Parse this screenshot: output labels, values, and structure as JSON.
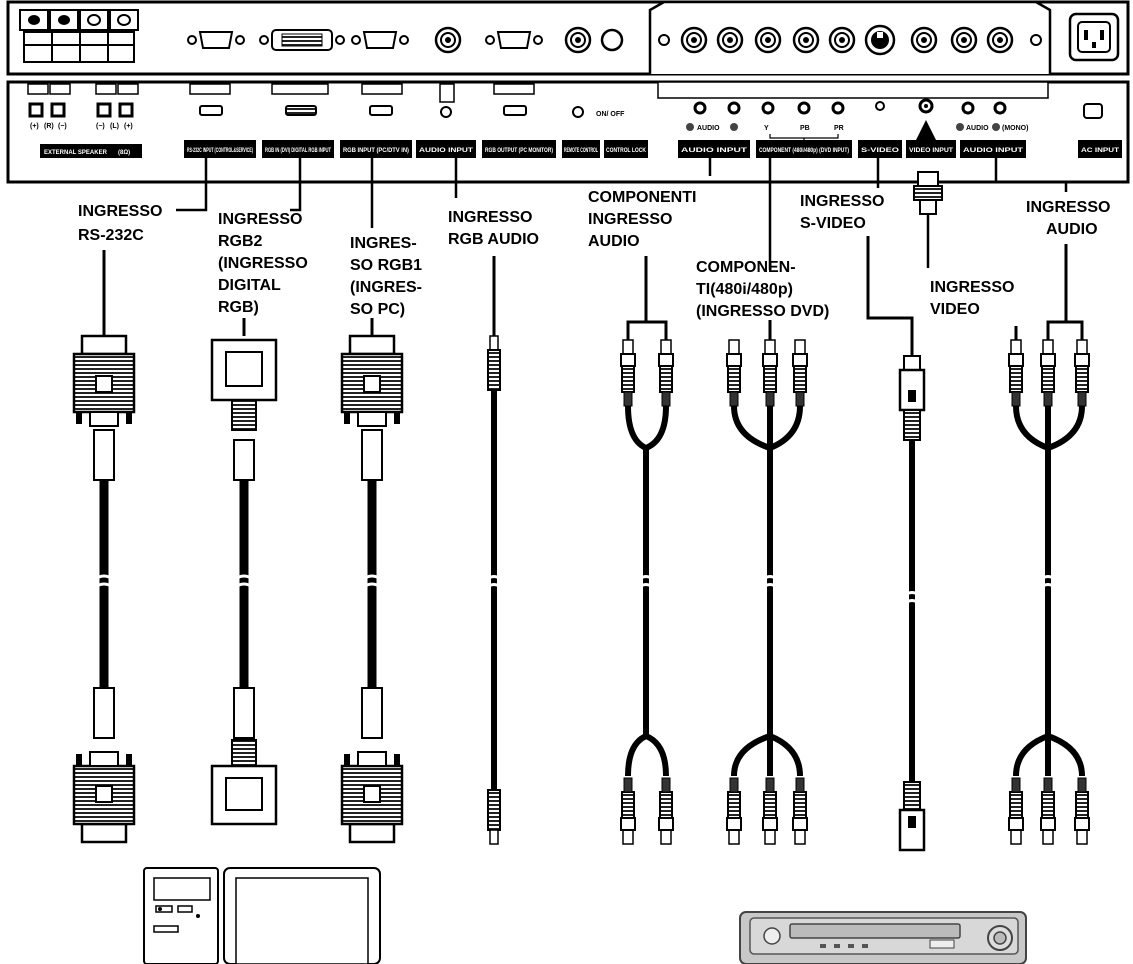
{
  "panel": {
    "speaker_terminals": [
      "(+)",
      "(R)",
      "(−)",
      "(−)",
      "(L)",
      "(+)"
    ],
    "speaker_label": "EXTERNAL SPEAKER",
    "speaker_ohm": "(8Ω)",
    "power_switch": "ON/ OFF",
    "component_jacks": [
      "Y",
      "PB",
      "PR"
    ],
    "audio_lr": "AUDIO",
    "mono": "(MONO)",
    "black_tags": [
      "RS-232C INPUT (CONTROL&SERVICE)",
      "RGB IN (DVI) DIGITAL RGB INPUT",
      "RGB INPUT (PC/DTV IN)",
      "AUDIO INPUT",
      "RGB OUTPUT (PC MONITOR)",
      "REMOTE CONTROL",
      "CONTROL LOCK",
      "AUDIO INPUT",
      "COMPONENT (480i/480p) (DVD INPUT)",
      "S-VIDEO",
      "VIDEO INPUT",
      "AUDIO INPUT",
      "AC INPUT"
    ]
  },
  "labels": {
    "rs232c": [
      "INGRESSO",
      "RS-232C"
    ],
    "rgb2": [
      "INGRESSO",
      "RGB2",
      "(INGRESSO",
      "DIGITAL",
      "RGB)"
    ],
    "rgb1": [
      "INGRES-",
      "SO RGB1",
      "(INGRES-",
      "SO PC)"
    ],
    "rgb_audio": [
      "INGRESSO",
      "RGB AUDIO"
    ],
    "comp_audio": [
      "COMPONENTI",
      "INGRESSO",
      "AUDIO"
    ],
    "component": [
      "COMPONEN-",
      "TI(480i/480p)",
      "(INGRESSO DVD)"
    ],
    "svideo": [
      "INGRESSO",
      "S-VIDEO"
    ],
    "video": [
      "INGRESSO",
      "VIDEO"
    ],
    "audio": [
      "INGRESSO",
      "AUDIO"
    ]
  },
  "devices": [
    "computer",
    "monitor",
    "vcr-dvd-player"
  ]
}
